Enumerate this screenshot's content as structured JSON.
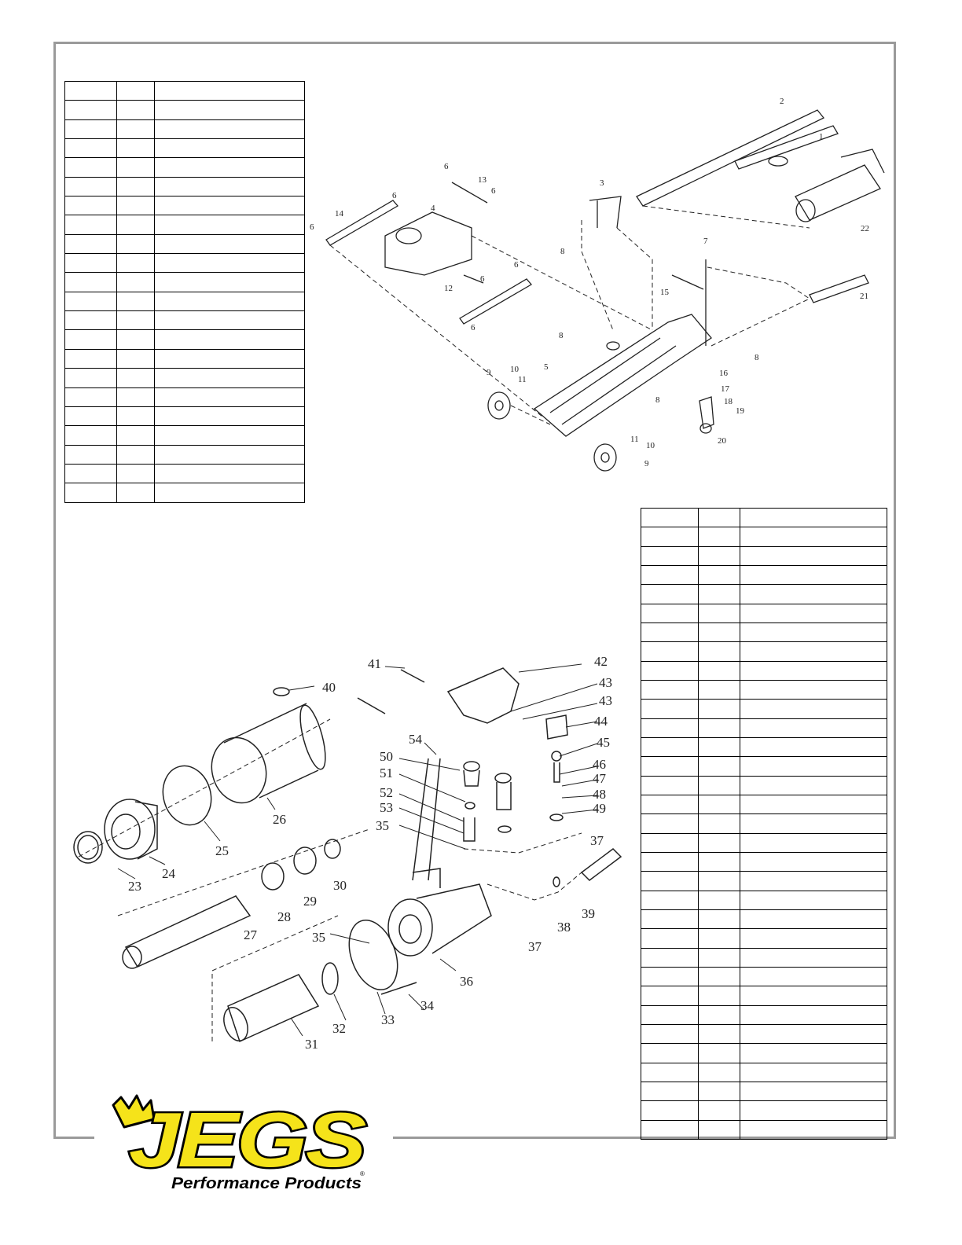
{
  "left_table": {
    "rows": 22,
    "cols": 3
  },
  "right_table": {
    "rows": 33,
    "cols": 3
  },
  "diagram_top": {
    "labels": [
      "1",
      "2",
      "3",
      "4",
      "5",
      "6",
      "6",
      "6",
      "6",
      "6",
      "6",
      "6",
      "7",
      "8",
      "8",
      "8",
      "8",
      "9",
      "9",
      "10",
      "10",
      "11",
      "11",
      "12",
      "13",
      "14",
      "15",
      "16",
      "17",
      "18",
      "19",
      "20",
      "21",
      "22"
    ]
  },
  "diagram_bottom": {
    "labels": [
      "23",
      "24",
      "25",
      "26",
      "27",
      "28",
      "29",
      "30",
      "31",
      "32",
      "33",
      "34",
      "35",
      "35",
      "36",
      "37",
      "37",
      "38",
      "39",
      "40",
      "41",
      "42",
      "43",
      "43",
      "44",
      "45",
      "46",
      "47",
      "48",
      "49",
      "50",
      "51",
      "52",
      "53",
      "54"
    ]
  },
  "logo": {
    "brand": "JEGS",
    "tagline": "Performance Products",
    "colors": {
      "yellow": "#f5e31a",
      "black": "#000000"
    }
  }
}
